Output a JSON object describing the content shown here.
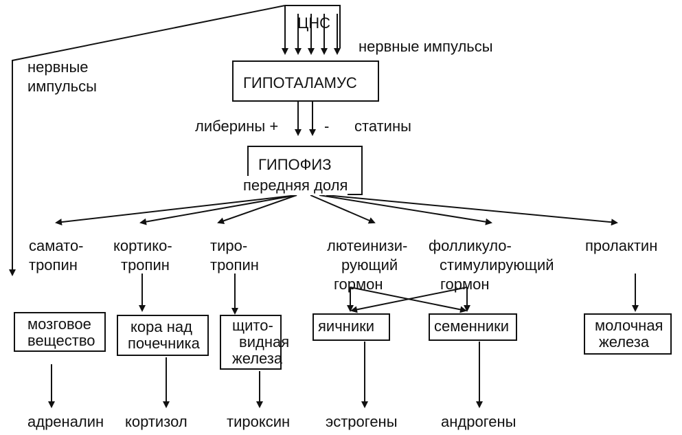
{
  "cns": "ЦНС",
  "nerve_impulses_right": "нервные импульсы",
  "nerve_impulses_left_1": "нервные",
  "nerve_impulses_left_2": "импульсы",
  "hypothalamus": "ГИПОТАЛАМУС",
  "liberins": "либерины +",
  "minus": "-",
  "statins": "статины",
  "pituitary": "ГИПОФИЗ",
  "pituitary_sub": "передняя доля",
  "hormones": {
    "somato_1": "самато-",
    "somato_2": "тропин",
    "cortico_1": "кортико-",
    "cortico_2": "тропин",
    "thyro_1": "тиро-",
    "thyro_2": "тропин",
    "lh_1": "лютеинизи-",
    "lh_2": "рующий",
    "lh_3": "гормон",
    "fsh_1": "фолликуло-",
    "fsh_2": "стимулирующий",
    "fsh_3": "гормон",
    "prolactin": "пролактин"
  },
  "glands": {
    "medulla_1": "мозговое",
    "medulla_2": "вещество",
    "cortex_1": "кора над",
    "cortex_2": "почечника",
    "thyroid_1": "щито-",
    "thyroid_2": "видная",
    "thyroid_3": "железа",
    "ovaries": "яичники",
    "testes": "семенники",
    "mammary_1": "молочная",
    "mammary_2": "железа"
  },
  "products": {
    "adrenaline": "адреналин",
    "cortisol": "кортизол",
    "thyroxine": "тироксин",
    "estrogens": "эстрогены",
    "androgens": "андрогены"
  }
}
